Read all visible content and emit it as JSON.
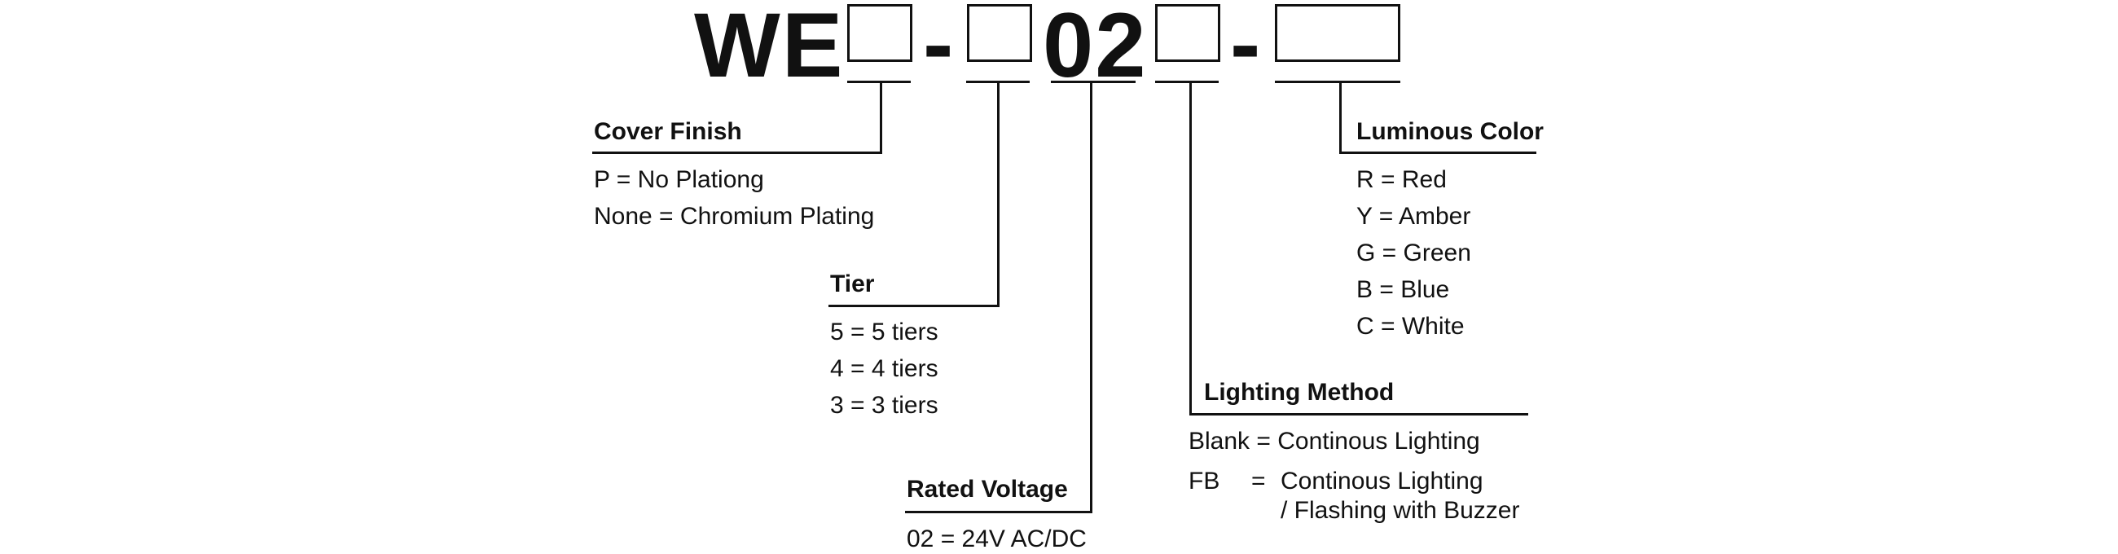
{
  "code": {
    "prefix": "WE",
    "dash1": "-",
    "fixed": "02",
    "dash2": "-"
  },
  "sections": {
    "cover_finish": {
      "heading": "Cover Finish",
      "options": [
        "P = No Plationg",
        "None = Chromium Plating"
      ]
    },
    "tier": {
      "heading": "Tier",
      "options": [
        "5 = 5 tiers",
        "4 = 4 tiers",
        "3 = 3 tiers"
      ]
    },
    "rated_voltage": {
      "heading": "Rated Voltage",
      "options": [
        "02 = 24V AC/DC"
      ]
    },
    "lighting_method": {
      "heading": "Lighting Method",
      "options": [
        {
          "code": "Blank = Continous Lighting"
        },
        {
          "code": "FB",
          "eq": "=",
          "line1": "Continous Lighting",
          "line2": "/ Flashing with Buzzer"
        }
      ]
    },
    "luminous_color": {
      "heading": "Luminous Color",
      "options": [
        "R = Red",
        "Y = Amber",
        "G = Green",
        "B = Blue",
        "C = White"
      ]
    }
  }
}
